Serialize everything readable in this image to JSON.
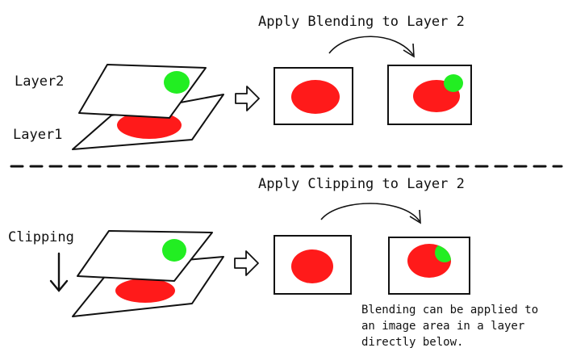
{
  "top": {
    "title": "Apply Blending to Layer 2",
    "layer2_label": "Layer2",
    "layer1_label": "Layer1"
  },
  "bottom": {
    "title": "Apply Clipping to Layer 2",
    "clipping_label": "Clipping",
    "note_lines": [
      "Blending can be applied to",
      "an image area in a layer",
      "directly below."
    ]
  },
  "colors": {
    "ink": "#111111",
    "red": "#ff1a1a",
    "green": "#22ee22",
    "paper": "#ffffff"
  }
}
